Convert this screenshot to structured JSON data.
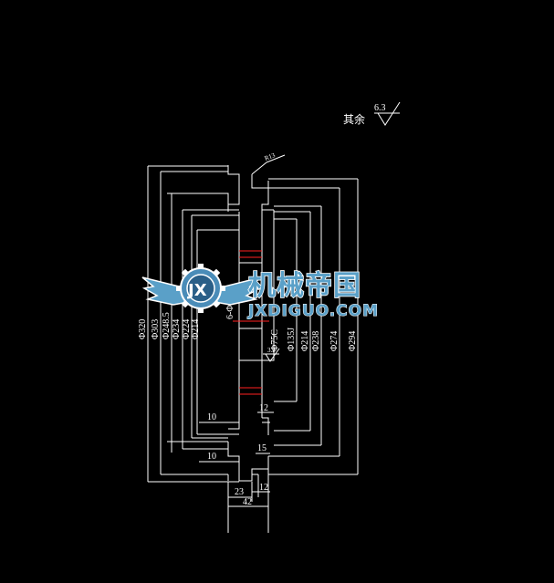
{
  "drawing": {
    "roughness_note_label": "其余",
    "roughness_note_value": "6.3",
    "radius_label": "R13",
    "left_diameters": [
      "Φ320",
      "Φ303",
      "Φ248.5",
      "Φ234",
      "Φ224",
      "Φ214"
    ],
    "right_diameters": [
      "Φ75C",
      "Φ135J",
      "Φ214",
      "Φ238",
      "Φ274",
      "Φ294"
    ],
    "hole_note": "6-Φ18",
    "inner_roughness": "3.2",
    "dim_10_upper": "10",
    "dim_10_lower": "10",
    "dim_12_upper": "12",
    "dim_15": "15",
    "dim_23": "23",
    "dim_12_lower": "12",
    "dim_42": "42"
  },
  "watermark": {
    "logo_letters": "JX",
    "title": "机械帝国",
    "site": "JXDIGUO.COM"
  },
  "colors": {
    "background": "#000000",
    "lines": "#ffffff",
    "accent_red": "#ff2020",
    "watermark_blue": "#5aa0c8"
  }
}
